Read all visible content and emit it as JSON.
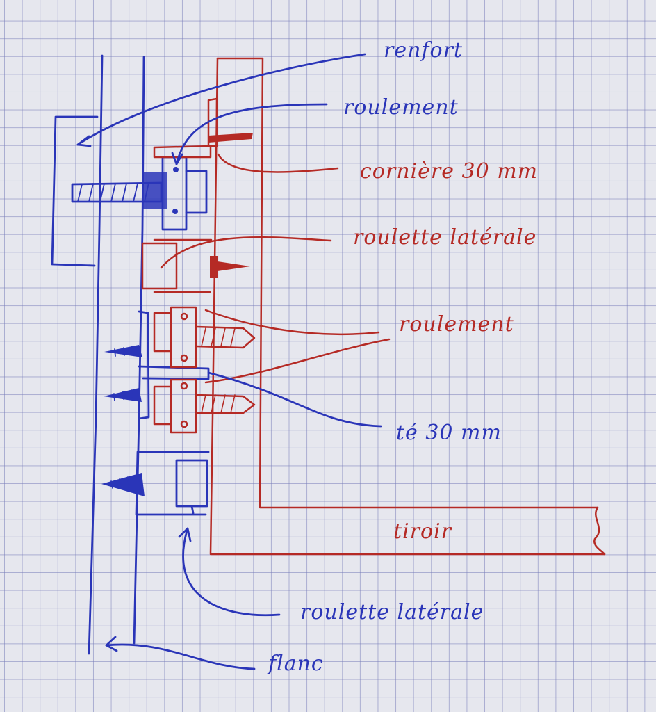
{
  "colors": {
    "red_ink": "#b52a25",
    "blue_ink": "#2a35b8",
    "grid": "#787db9",
    "paper": "#e6e7ee"
  },
  "labels": {
    "renfort": "renfort",
    "roulement_top": "roulement",
    "corniere": "cornière 30 mm",
    "roulette_laterale_top": "roulette latérale",
    "roulement_mid": "roulement",
    "te": "té 30 mm",
    "tiroir": "tiroir",
    "roulette_laterale_bottom": "roulette latérale",
    "flanc": "flanc"
  }
}
